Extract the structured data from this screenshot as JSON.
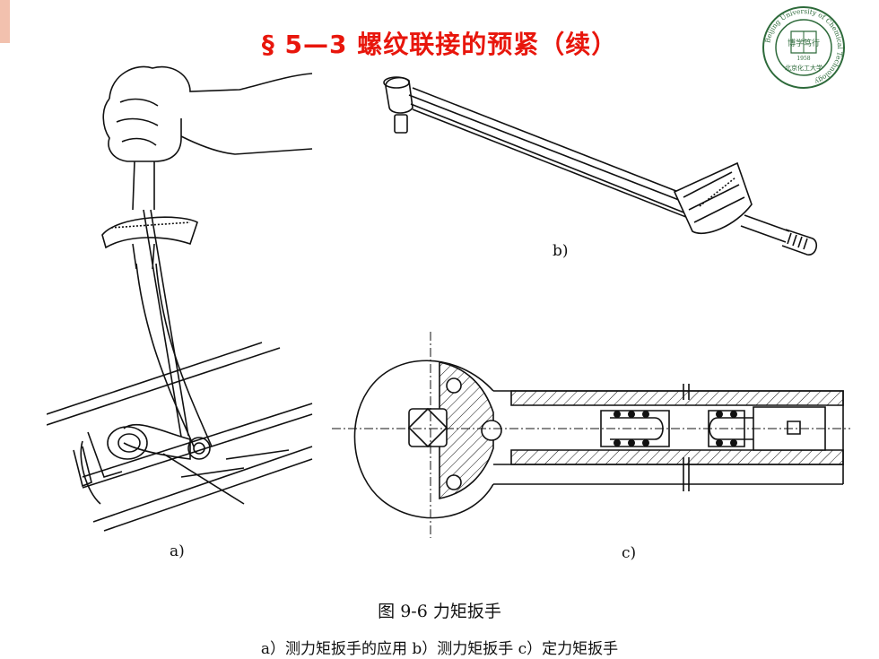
{
  "slide": {
    "title": "§ 5—3  螺纹联接的预紧（续）",
    "accent_color": "#e8160c"
  },
  "logo": {
    "ring_text": "Beijing University of Chemical Technology",
    "center_text": "博学笃行",
    "year": "1958",
    "bottom_text": "北京化工大学"
  },
  "figure": {
    "label_a": "a)",
    "label_b": "b)",
    "label_c": "c)",
    "caption": "图 9-6   力矩扳手",
    "subcaption": "a）测力矩扳手的应用   b）测力矩扳手   c）定力矩扳手"
  }
}
